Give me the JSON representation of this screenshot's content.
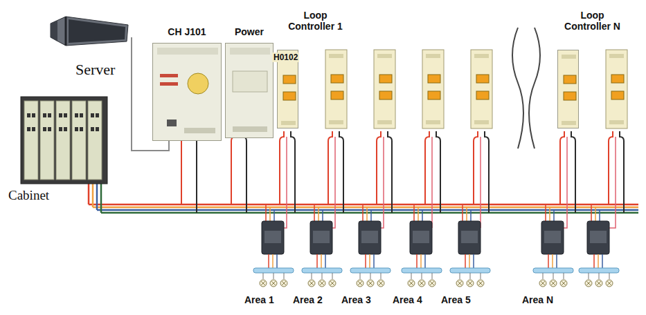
{
  "diagram": {
    "nodes": [
      {
        "text": [
          "Server"
        ]
      },
      {
        "text": [
          "Cabinet"
        ]
      },
      {
        "text": [
          "CH J101"
        ]
      },
      {
        "text": [
          "Power"
        ]
      },
      {
        "text": [
          "Loop Controller 1",
          "H0102"
        ]
      },
      {
        "text": [
          "Loop Controller N"
        ]
      }
    ],
    "edges": [
      {
        "from": 0,
        "to": 2,
        "arrow": "none"
      }
    ],
    "labels": [
      "Area 1",
      "Area 2",
      "Area 3",
      "Area 4",
      "Area 5",
      "Area N"
    ]
  }
}
